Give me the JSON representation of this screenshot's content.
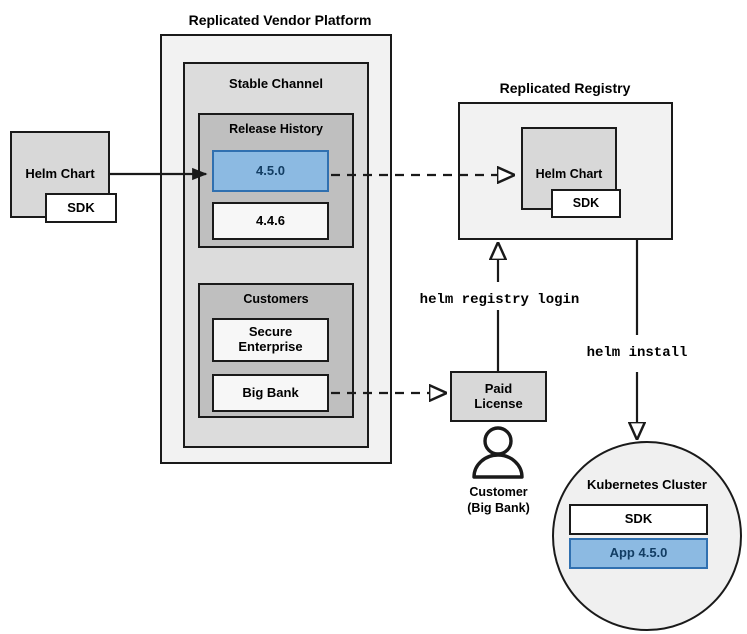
{
  "diagram": {
    "title_platform": "Replicated Vendor Platform",
    "title_registry": "Replicated Registry",
    "channel": "Stable Channel",
    "release_history": "Release History",
    "releases": [
      {
        "label": "4.5.0",
        "active": true
      },
      {
        "label": "4.4.6",
        "active": false
      }
    ],
    "customers_group": "Customers",
    "customers": [
      {
        "label": "Secure\nEnterprise"
      },
      {
        "label": "Big Bank"
      }
    ],
    "helm_chart_source": {
      "label": "Helm Chart",
      "sdk": "SDK"
    },
    "helm_chart_registry": {
      "label": "Helm Chart",
      "sdk": "SDK"
    },
    "paid_license": "Paid\nLicense",
    "customer_actor": "Customer\n(Big Bank)",
    "commands": {
      "registry_login": "helm registry login",
      "install": "helm install"
    },
    "cluster": {
      "title": "Kubernetes Cluster",
      "items": [
        {
          "label": "SDK",
          "active": false
        },
        {
          "label": "App 4.5.0",
          "active": true
        }
      ]
    },
    "colors": {
      "accent_blue_fill": "#8cbae2",
      "accent_blue_border": "#3070b0",
      "accent_blue_text": "#123d63",
      "stroke": "#1a1a1a",
      "platform_fill": "#f2f2f2",
      "channel_fill": "#dcdcdc",
      "group_fill": "#bfbfbf",
      "chart_fill": "#d8d8d8",
      "white_fill": "#f7f7f7"
    }
  }
}
